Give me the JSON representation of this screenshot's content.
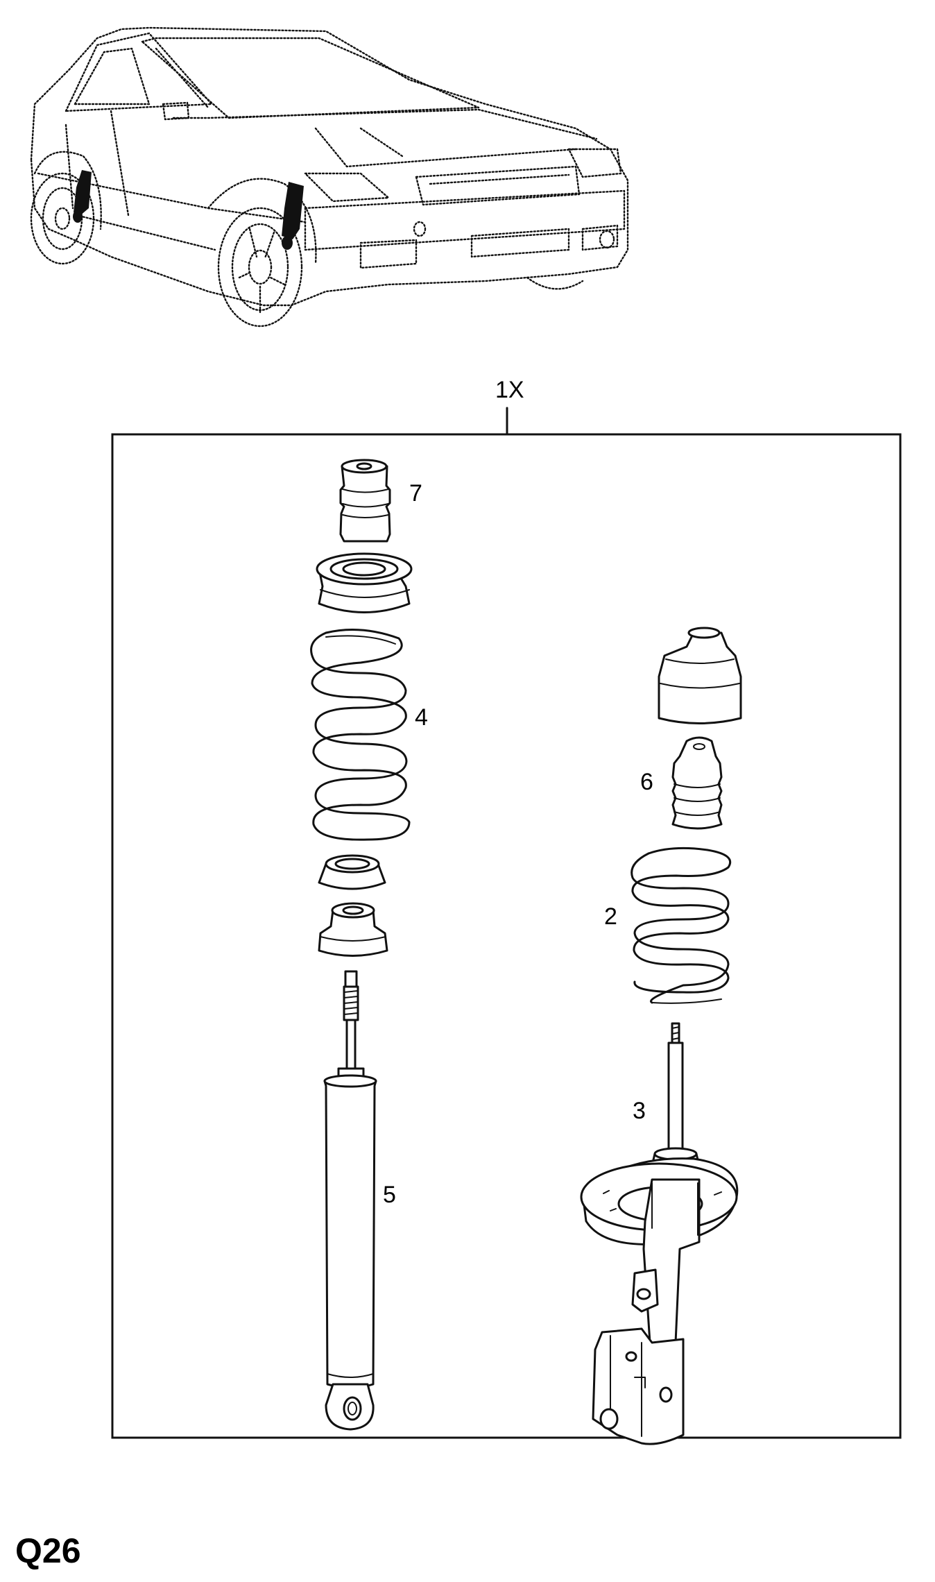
{
  "kit_label": "1X",
  "page_code": "Q26",
  "callouts": {
    "p2": "2",
    "p3": "3",
    "p4": "4",
    "p5": "5",
    "p6": "6",
    "p7": "7"
  },
  "colors": {
    "line": "#111111",
    "background": "#ffffff"
  }
}
